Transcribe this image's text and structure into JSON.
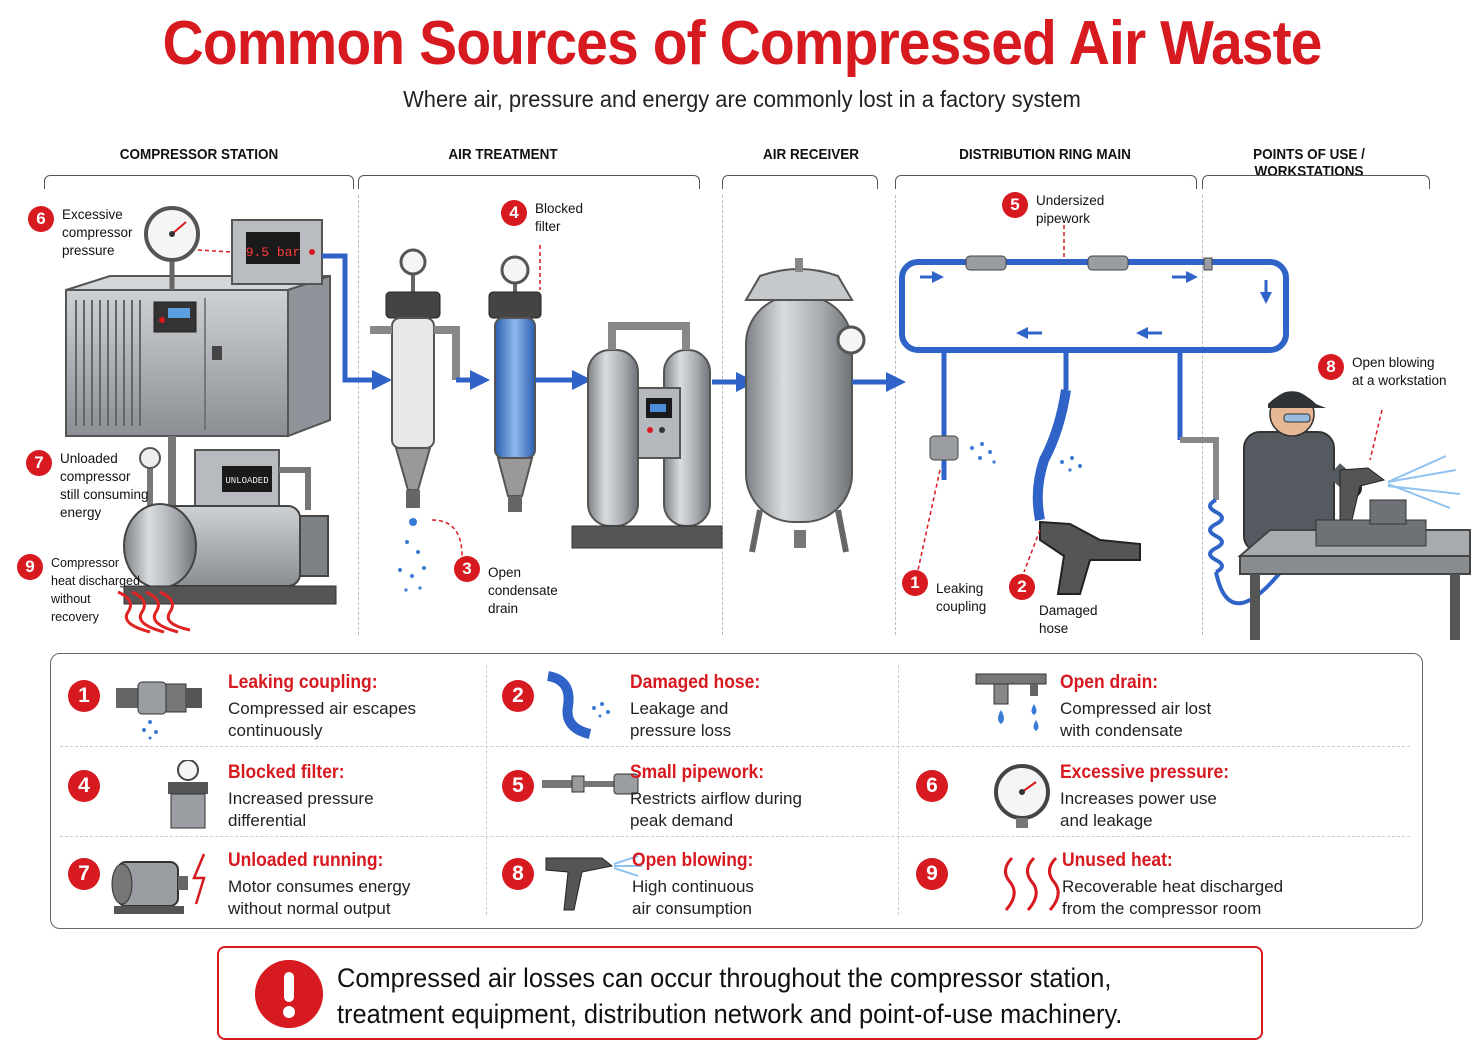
{
  "header": {
    "title": "Common Sources of Compressed Air Waste",
    "subtitle": "Where air, pressure and energy are commonly lost in a factory system"
  },
  "stages": [
    "COMPRESSOR STATION",
    "AIR TREATMENT",
    "AIR RECEIVER",
    "DISTRIBUTION RING MAIN",
    "POINTS OF USE / WORKSTATIONS"
  ],
  "displays": {
    "pressure_readout": "9.5 bar",
    "unloaded_readout": "UNLOADED"
  },
  "callouts": [
    {
      "num": "6",
      "lines": [
        "Excessive",
        "compressor",
        "pressure"
      ]
    },
    {
      "num": "7",
      "lines": [
        "Unloaded",
        "compressor",
        "still consuming",
        "energy"
      ]
    },
    {
      "num": "9",
      "lines": [
        "Compressor",
        "heat discharged",
        "without",
        "recovery"
      ]
    },
    {
      "num": "4",
      "lines": [
        "Blocked",
        "filter"
      ]
    },
    {
      "num": "3",
      "lines": [
        "Open",
        "condensate",
        "drain"
      ]
    },
    {
      "num": "5",
      "lines": [
        "Undersized",
        "pipework"
      ]
    },
    {
      "num": "1",
      "lines": [
        "Leaking",
        "coupling"
      ]
    },
    {
      "num": "2",
      "lines": [
        "Damaged",
        "hose"
      ]
    },
    {
      "num": "8",
      "lines": [
        "Open blowing",
        "at a workstation"
      ]
    }
  ],
  "legend": [
    {
      "num": "1",
      "icon": "coupling-icon",
      "title": "Leaking coupling:",
      "desc_lines": [
        "Compressed air escapes",
        "continuously"
      ]
    },
    {
      "num": "2",
      "icon": "hose-icon",
      "title": "Damaged hose:",
      "desc_lines": [
        "Leakage and",
        "pressure loss"
      ]
    },
    {
      "num": "",
      "icon": "drain-icon",
      "title": "Open drain:",
      "desc_lines": [
        "Compressed air lost",
        "with condensate"
      ]
    },
    {
      "num": "4",
      "icon": "filter-icon",
      "title": "Blocked filter:",
      "desc_lines": [
        "Increased pressure",
        "differential"
      ]
    },
    {
      "num": "5",
      "icon": "pipe-icon",
      "title": "Small pipework:",
      "desc_lines": [
        "Restricts airflow during",
        "peak demand"
      ]
    },
    {
      "num": "6",
      "icon": "gauge-icon",
      "title": "Excessive pressure:",
      "desc_lines": [
        "Increases power use",
        "and leakage"
      ]
    },
    {
      "num": "7",
      "icon": "motor-icon",
      "title": "Unloaded running:",
      "desc_lines": [
        "Motor consumes energy",
        "without normal output"
      ]
    },
    {
      "num": "8",
      "icon": "blow-gun-icon",
      "title": "Open blowing:",
      "desc_lines": [
        "High continuous",
        "air consumption"
      ]
    },
    {
      "num": "9",
      "icon": "heat-waves-icon",
      "title": "Unused heat:",
      "desc_lines": [
        "Recoverable heat discharged",
        "from the compressor room"
      ]
    }
  ],
  "footer": {
    "lines": [
      "Compressed air losses can occur throughout the compressor station,",
      "treatment equipment, distribution network and point-of-use machinery."
    ]
  },
  "colors": {
    "accent_red": "#d71920",
    "pipe_blue": "#2f63c8",
    "water_blue": "#3a7bd5",
    "metal_gray": "#9a9ea3"
  }
}
